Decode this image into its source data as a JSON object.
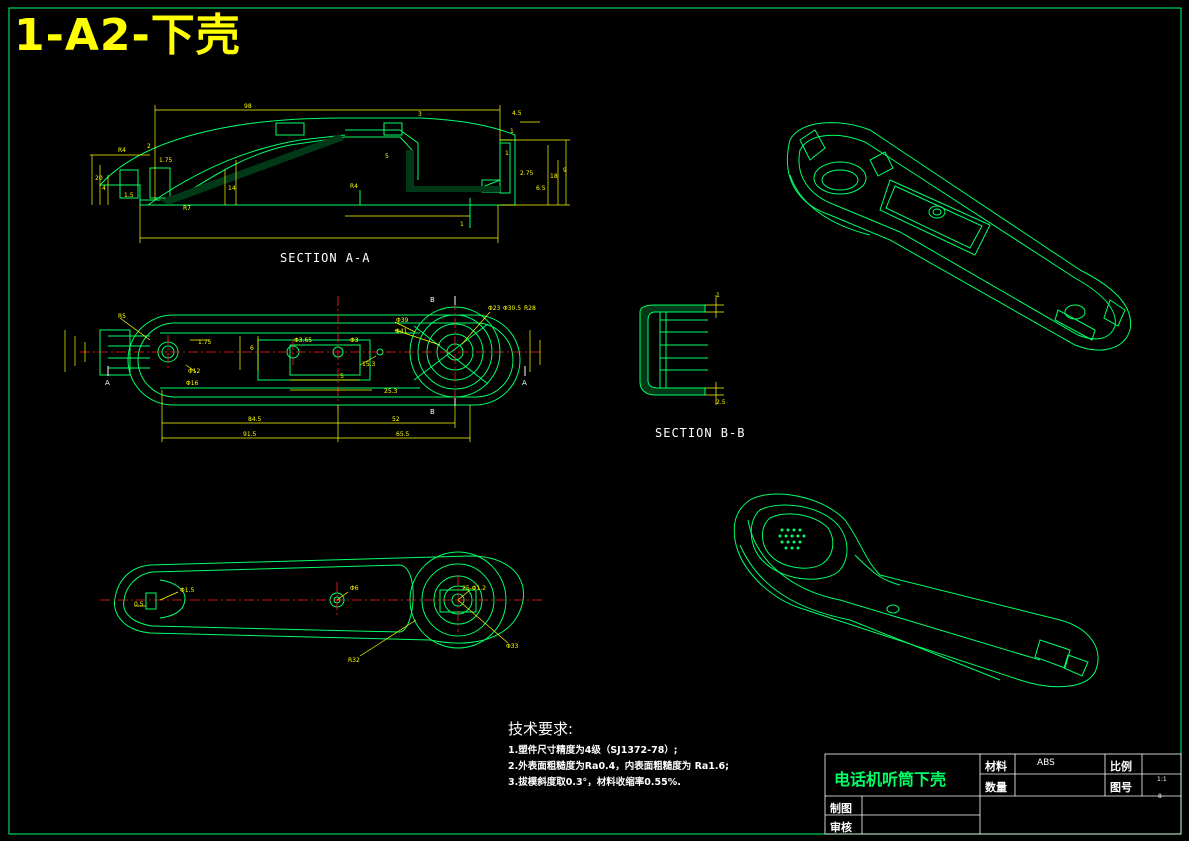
{
  "title": "1-A2-下壳",
  "section_aa": {
    "label": "SECTION A-A",
    "dims": [
      "98",
      "4.5",
      "3",
      "1",
      "R4",
      "2",
      "1.75",
      "R7",
      "5",
      "1",
      "2.75",
      "R4",
      "1.5",
      "14",
      "20",
      "18",
      "6.5",
      "4",
      "9",
      "1"
    ]
  },
  "top_view": {
    "marks": [
      "A",
      "A",
      "B",
      "B"
    ],
    "dims": [
      "R5",
      "1.75",
      "Φ12",
      "Φ16",
      "Φ3.65",
      "Φ3",
      "6",
      "5",
      "Φ39",
      "Φ41",
      "Φ23",
      "Φ30.5",
      "R28",
      "84.5",
      "91.5",
      "52",
      "65.5",
      "15.3",
      "25.3"
    ]
  },
  "bottom_view": {
    "dims": [
      "Φ6",
      "Φ33",
      "R32",
      "Φ1.5",
      "0.5",
      "25-Φ1.2"
    ]
  },
  "section_bb": {
    "label": "SECTION B-B",
    "dims": [
      "1",
      "2.5"
    ]
  },
  "tech_requirements": {
    "heading": "技术要求:",
    "items": [
      "1.塑件尺寸精度为4级（SJ1372-78）;",
      "2.外表面粗糙度为Ra0.4，内表面粗糙度为 Ra1.6;",
      "3.拔模斜度取0.3°，材料收缩率0.55%."
    ]
  },
  "title_block": {
    "part_name": "电话机听筒下壳",
    "material_label": "材料",
    "material_value": "ABS",
    "scale_label": "比例",
    "scale_value": "1:1",
    "quantity_label": "数量",
    "drawing_no_label": "图号",
    "drawing_no_value": "8",
    "drawn_label": "制图",
    "checked_label": "审核"
  },
  "colors": {
    "background": "#000000",
    "border": "#00ff66",
    "geometry": "#00ff66",
    "centerline": "#ff2020",
    "dimension": "#ffff00",
    "title": "#ffff00",
    "text": "#ffffff"
  }
}
